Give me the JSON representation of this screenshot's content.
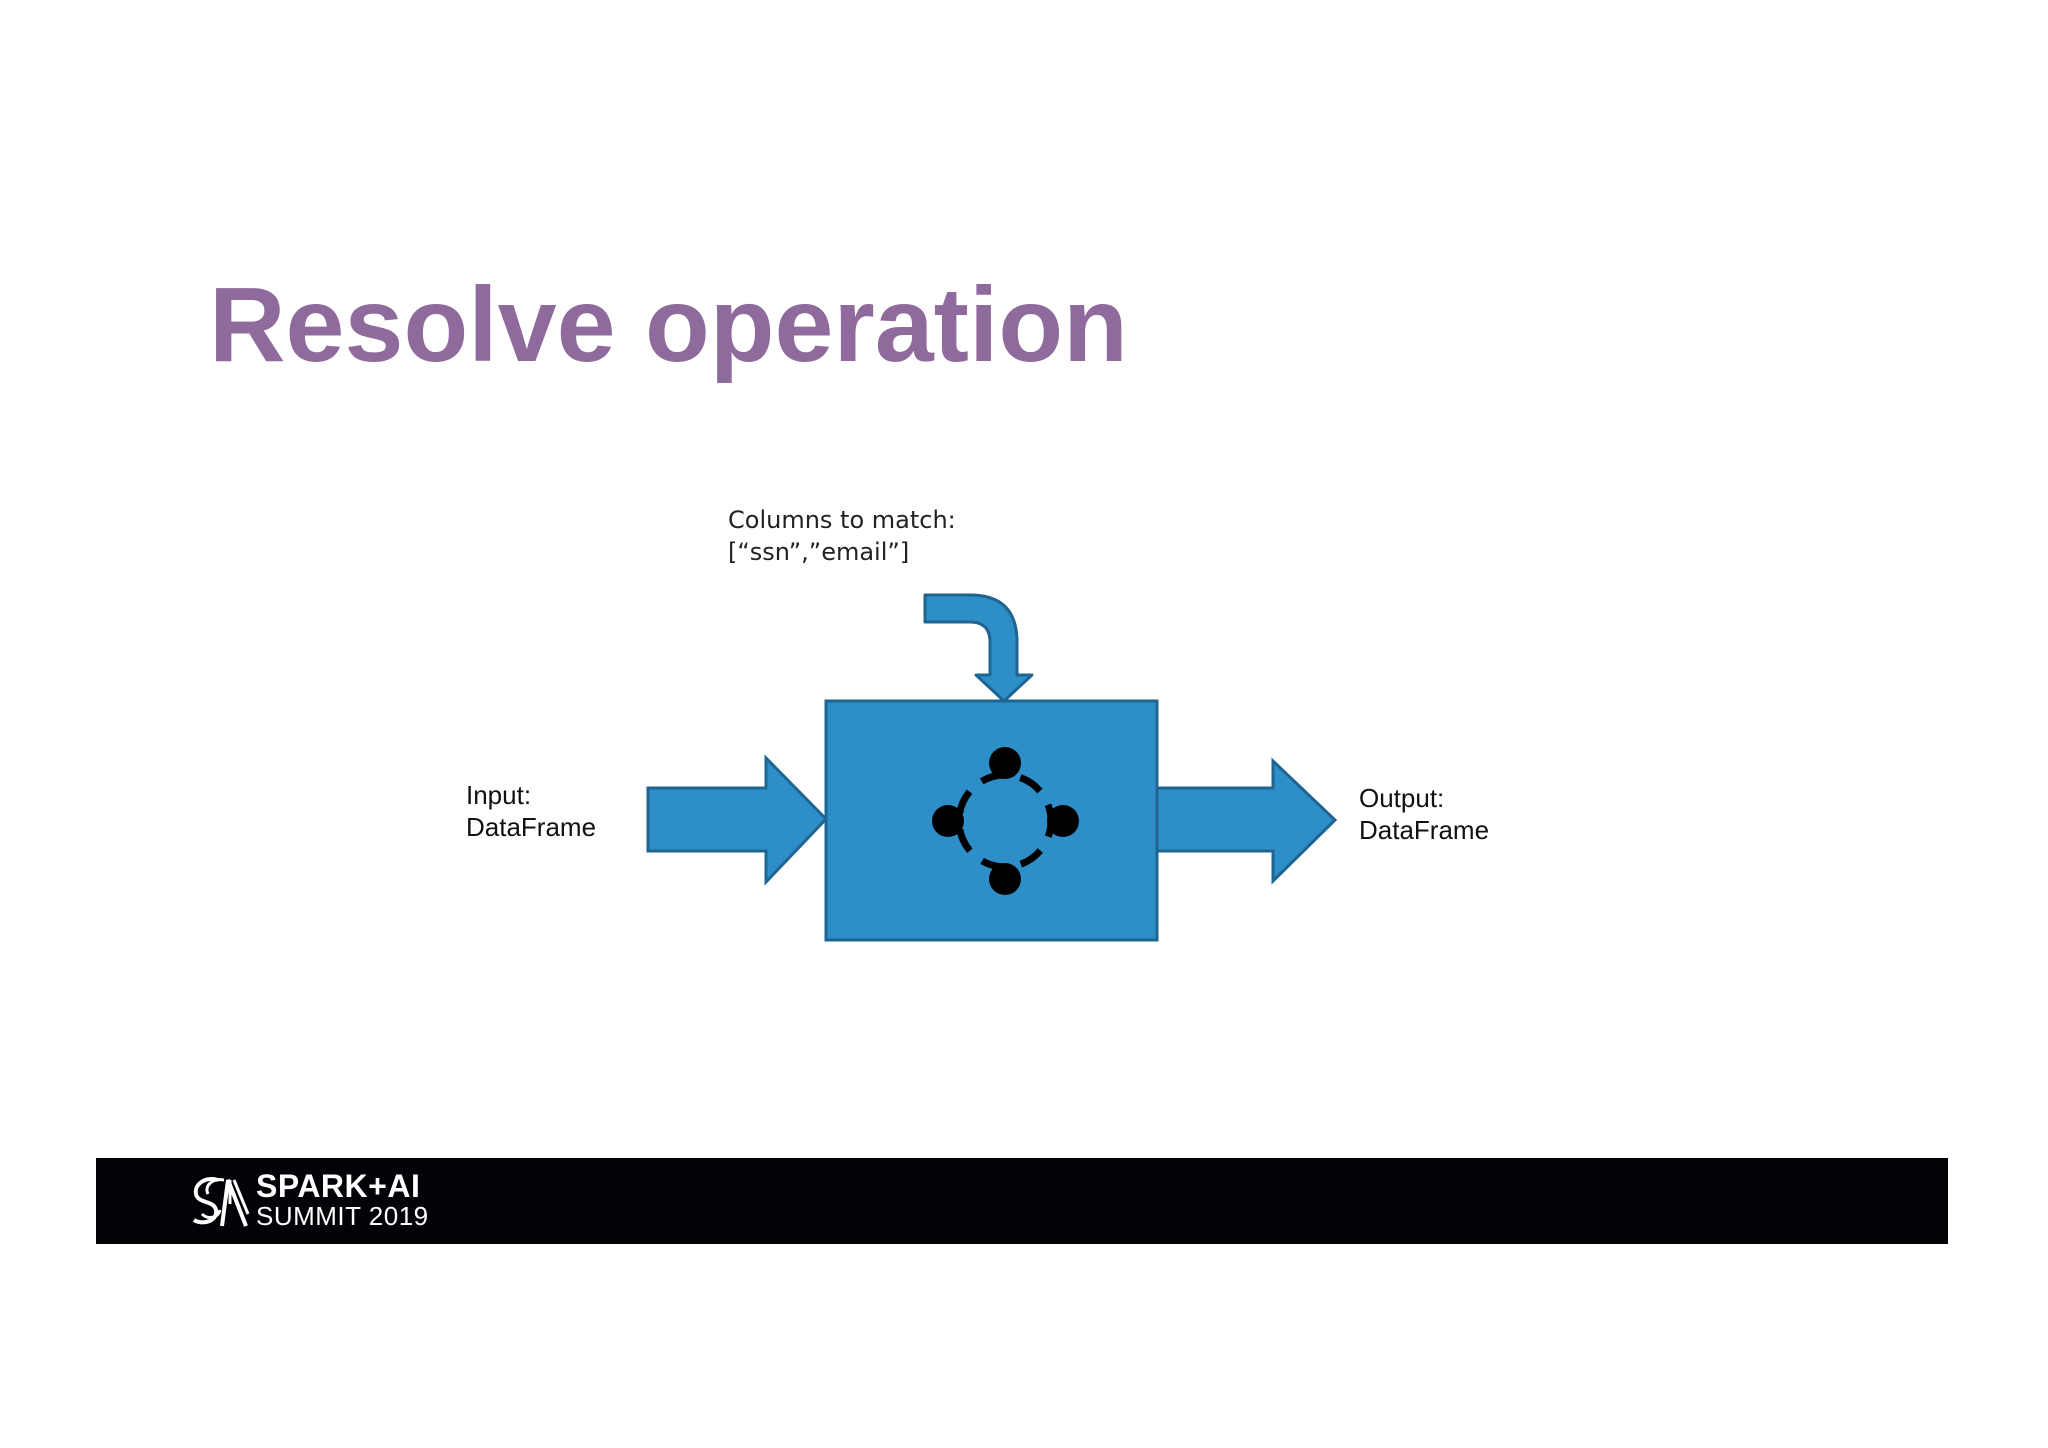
{
  "slide": {
    "title": "Resolve operation"
  },
  "diagram": {
    "columns_label": {
      "line1": "Columns to match:",
      "line2": "[“ssn”,”email”]"
    },
    "input_label": {
      "line1": "Input:",
      "line2": "DataFrame"
    },
    "output_label": {
      "line1": "Output:",
      "line2": "DataFrame"
    },
    "colors": {
      "fill": "#2e8fc8",
      "stroke": "#1f6592",
      "glyph": "#000000"
    },
    "process_icon": "resolve-cycle-icon"
  },
  "footer": {
    "logo_icon": "spark-ai-logo-icon",
    "brand_line1": "SPARK+AI",
    "brand_line2": "SUMMIT 2019"
  },
  "colors": {
    "title": "#8f6b9d",
    "footer_bg": "#030206"
  }
}
